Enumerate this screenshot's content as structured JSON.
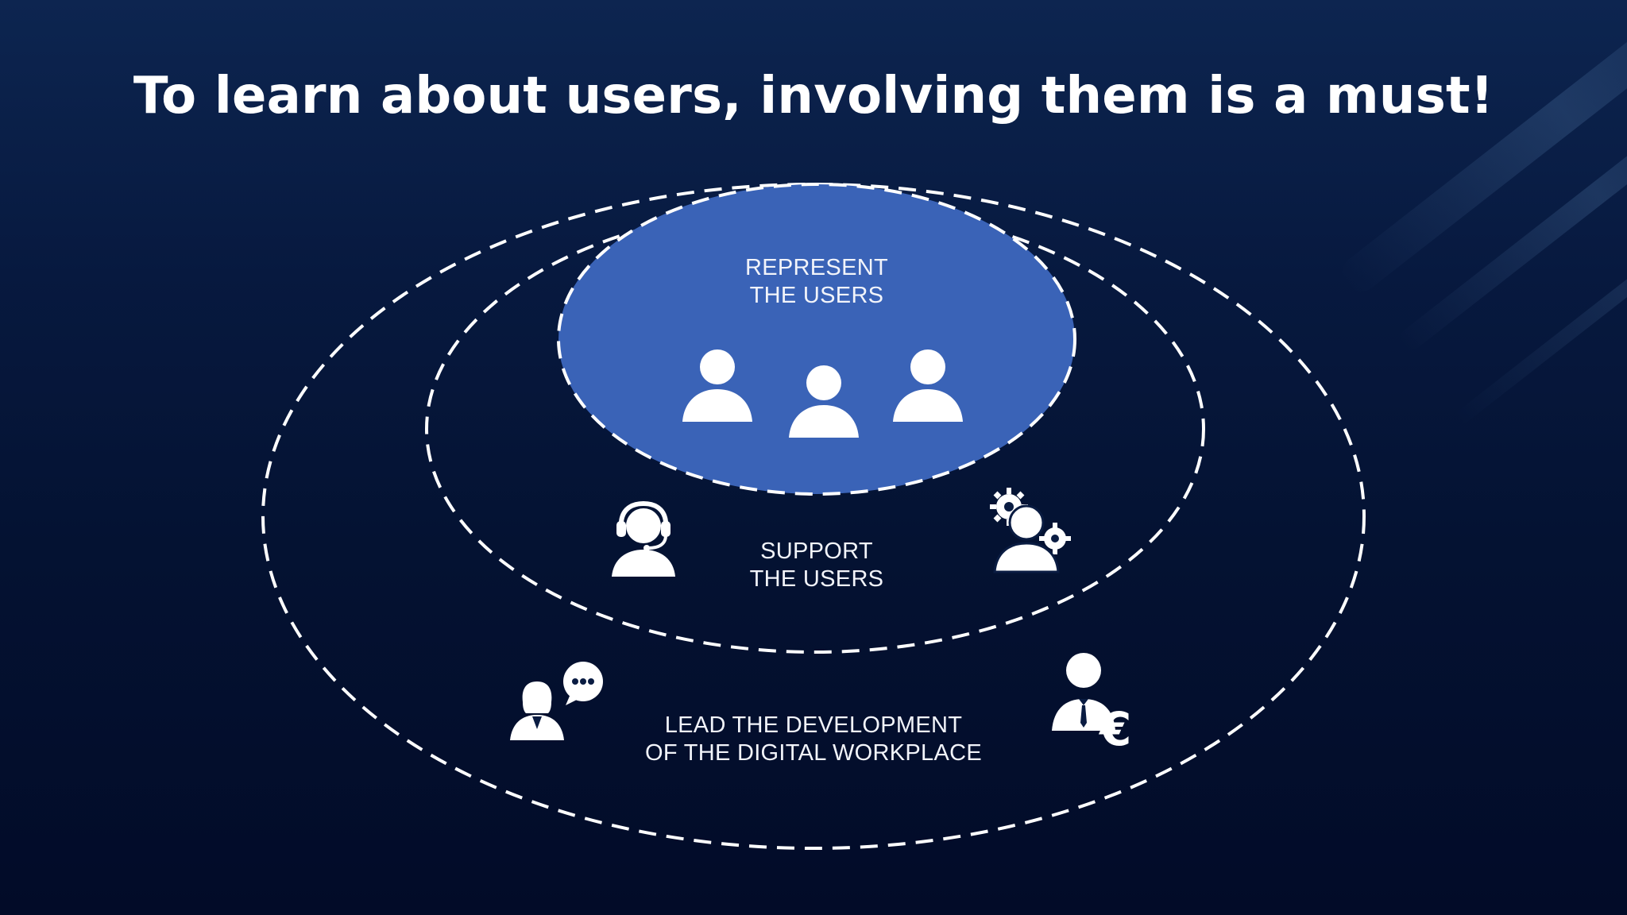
{
  "slide": {
    "title": "To learn about users, involving them is a must!",
    "colors": {
      "background": "#061638",
      "inner_circle_fill": "#3a63b7",
      "ring_stroke": "#ffffff",
      "text": "#ffffff"
    }
  },
  "rings": {
    "inner": {
      "line1": "REPRESENT",
      "line2": "THE USERS",
      "icons": [
        "user-icon",
        "user-icon",
        "user-icon"
      ]
    },
    "middle": {
      "line1": "SUPPORT",
      "line2": "THE USERS",
      "icons": [
        "headset-support-icon",
        "user-gears-icon"
      ]
    },
    "outer": {
      "line1": "LEAD THE DEVELOPMENT",
      "line2": "OF THE DIGITAL WORKPLACE",
      "icons": [
        "woman-speech-bubble-icon",
        "businessman-euro-icon"
      ]
    }
  }
}
